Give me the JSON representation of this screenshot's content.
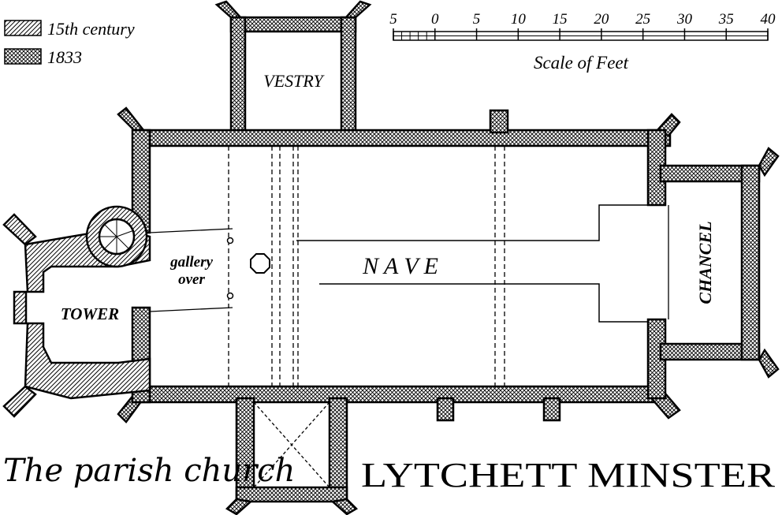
{
  "legend": {
    "items": [
      {
        "label": "15th century",
        "pattern": "hatch-15c"
      },
      {
        "label": "1833",
        "pattern": "hatch-1833"
      }
    ]
  },
  "scale": {
    "ticks": [
      "5",
      "0",
      "5",
      "10",
      "15",
      "20",
      "25",
      "30",
      "35",
      "40"
    ],
    "caption": "Scale of Feet"
  },
  "rooms": {
    "vestry": "VESTRY",
    "gallery_line1": "gallery",
    "gallery_line2": "over",
    "nave": "N A V E",
    "tower": "TOWER",
    "chancel": "CHANCEL"
  },
  "title": {
    "script": "The parish church",
    "name": "LYTCHETT MINSTER"
  },
  "colors": {
    "ink": "#000000",
    "paper": "#ffffff"
  }
}
